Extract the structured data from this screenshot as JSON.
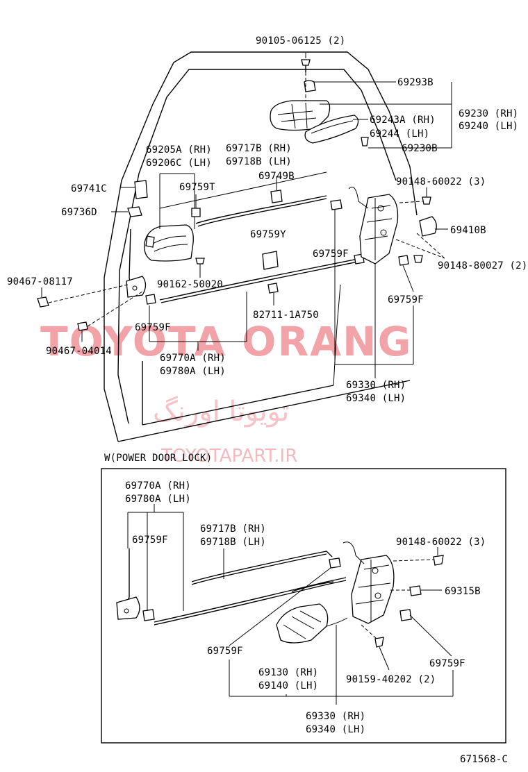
{
  "top_labels": {
    "p90105": "90105-06125 (2)",
    "p69293b": "69293B",
    "p69243a": "69243A (RH)",
    "p69244": "69244  (LH)",
    "p69230": "69230 (RH)",
    "p69240": "69240 (LH)",
    "p69230b": "69230B",
    "p69205a": "69205A (RH)",
    "p69206c": "69206C (LH)",
    "p69717b": "69717B (RH)",
    "p69718b": "69718B (LH)",
    "p69749b": "69749B",
    "p90148a": "90148-60022 (3)",
    "p69741c": "69741C",
    "p69759t": "69759T",
    "p69736d": "69736D",
    "p69410b": "69410B",
    "p69759y": "69759Y",
    "p69759f_a": "69759F",
    "p90148b": "90148-80027 (2)",
    "p90467a": "90467-08117",
    "p90162": "90162-50020",
    "p69759f_b": "69759F",
    "p82711": "82711-1A750",
    "p69759f_c": "69759F",
    "p90467b": "90467-04014",
    "p69770a": "69770A (RH)",
    "p69780a": "69780A (LH)",
    "p69330": "69330 (RH)",
    "p69340": "69340 (LH)"
  },
  "section_title": "W(POWER DOOR LOCK)",
  "box_labels": {
    "p69770a": "69770A (RH)",
    "p69780a": "69780A (LH)",
    "p69759f_a": "69759F",
    "p69717b": "69717B (RH)",
    "p69718b": "69718B (LH)",
    "p90148": "90148-60022 (3)",
    "p69315b": "69315B",
    "p69759f_b": "69759F",
    "p69130": "69130 (RH)",
    "p69140": "69140 (LH)",
    "p90159": "90159-40202 (2)",
    "p69759f_c": "69759F",
    "p69330": "69330 (RH)",
    "p69340": "69340 (LH)"
  },
  "figure_code": "671568-C",
  "watermark": {
    "brand": "TOYOTA ORANG",
    "persian": "تویوتا اورنگ",
    "site": "TOYOTAPART.IR"
  }
}
